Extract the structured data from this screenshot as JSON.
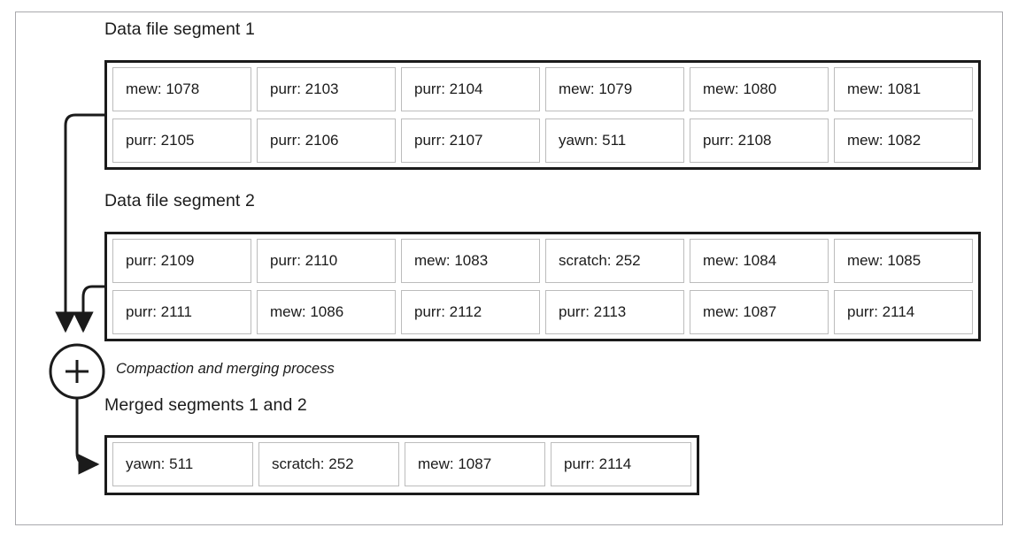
{
  "figure": {
    "caption": "Compaction and merging process",
    "node_symbol": "+",
    "colors": {
      "frame": "#a9a9ad",
      "box_border": "#1b1b1b",
      "cell_border": "#bcbcbc",
      "text": "#1b1b1b",
      "background": "#ffffff"
    }
  },
  "segments": [
    {
      "title": "Data file segment 1",
      "rows": [
        [
          "mew: 1078",
          "purr: 2103",
          "purr: 2104",
          "mew: 1079",
          "mew: 1080",
          "mew: 1081"
        ],
        [
          "purr: 2105",
          "purr: 2106",
          "purr: 2107",
          "yawn: 511",
          "purr: 2108",
          "mew: 1082"
        ]
      ]
    },
    {
      "title": "Data file segment 2",
      "rows": [
        [
          "purr: 2109",
          "purr: 2110",
          "mew: 1083",
          "scratch: 252",
          "mew: 1084",
          "mew: 1085"
        ],
        [
          "purr: 2111",
          "mew: 1086",
          "purr: 2112",
          "purr: 2113",
          "mew: 1087",
          "purr: 2114"
        ]
      ]
    }
  ],
  "merged": {
    "title": "Merged segments 1 and 2",
    "rows": [
      [
        "yawn: 511",
        "scratch: 252",
        "mew: 1087",
        "purr: 2114"
      ]
    ]
  }
}
